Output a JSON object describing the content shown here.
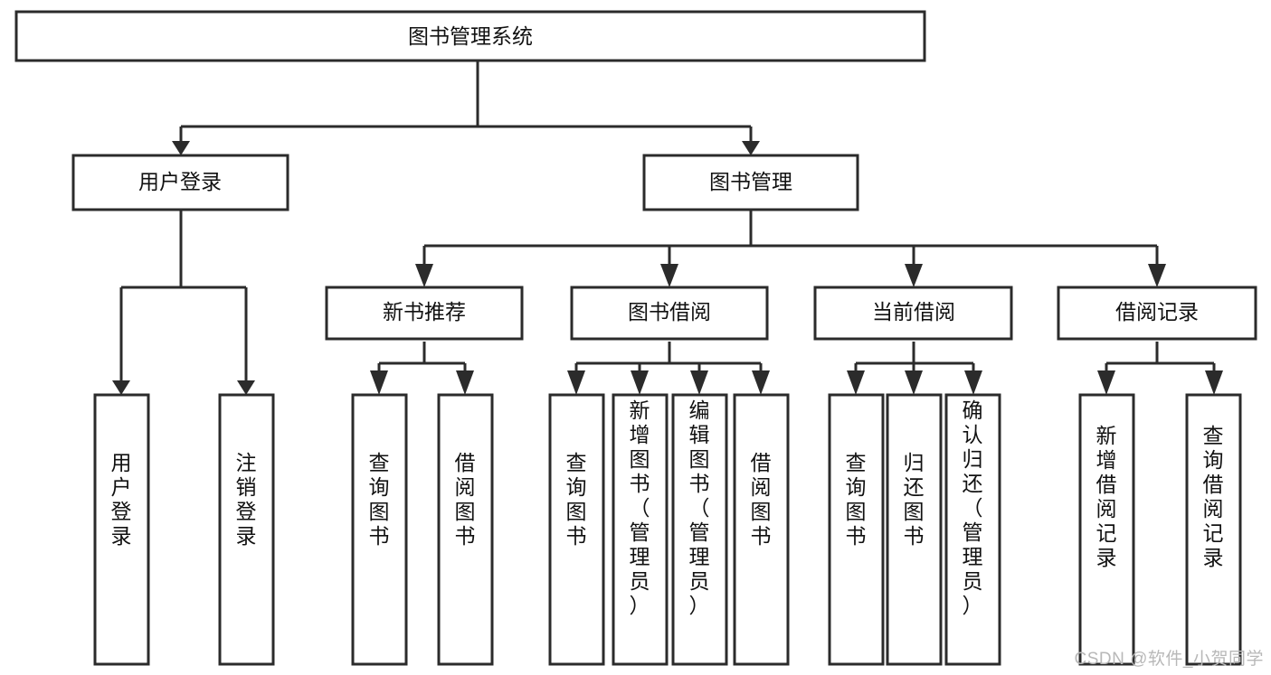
{
  "diagram": {
    "type": "tree-hierarchy-chart",
    "title": "图书管理系统",
    "colors": {
      "stroke": "#2b2b2b",
      "fill": "#ffffff",
      "text": "#111111",
      "watermark": "#b8b8b8"
    },
    "root": {
      "id": "root",
      "label": "图书管理系统",
      "orientation": "horizontal"
    },
    "level2": [
      {
        "id": "user-login",
        "label": "用户登录",
        "orientation": "horizontal"
      },
      {
        "id": "book-management",
        "label": "图书管理",
        "orientation": "horizontal"
      }
    ],
    "level3": [
      {
        "id": "new-book-recommend",
        "label": "新书推荐",
        "orientation": "horizontal",
        "parent": "book-management"
      },
      {
        "id": "book-borrow",
        "label": "图书借阅",
        "orientation": "horizontal",
        "parent": "book-management"
      },
      {
        "id": "current-borrow",
        "label": "当前借阅",
        "orientation": "horizontal",
        "parent": "book-management"
      },
      {
        "id": "borrow-record",
        "label": "借阅记录",
        "orientation": "horizontal",
        "parent": "book-management"
      }
    ],
    "leaves": [
      {
        "id": "leaf-user-login",
        "label": "用户登录",
        "orientation": "vertical",
        "parent": "user-login"
      },
      {
        "id": "leaf-logout-login",
        "label": "注销登录",
        "orientation": "vertical",
        "parent": "user-login"
      },
      {
        "id": "leaf-query-book-1",
        "label": "查询图书",
        "orientation": "vertical",
        "parent": "new-book-recommend"
      },
      {
        "id": "leaf-borrow-book-1",
        "label": "借阅图书",
        "orientation": "vertical",
        "parent": "new-book-recommend"
      },
      {
        "id": "leaf-query-book-2",
        "label": "查询图书",
        "orientation": "vertical",
        "parent": "book-borrow"
      },
      {
        "id": "leaf-add-book",
        "label": "新增图书（管理员）",
        "orientation": "vertical",
        "parent": "book-borrow"
      },
      {
        "id": "leaf-edit-book",
        "label": "编辑图书（管理员）",
        "orientation": "vertical",
        "parent": "book-borrow"
      },
      {
        "id": "leaf-borrow-book-2",
        "label": "借阅图书",
        "orientation": "vertical",
        "parent": "book-borrow"
      },
      {
        "id": "leaf-query-book-3",
        "label": "查询图书",
        "orientation": "vertical",
        "parent": "current-borrow"
      },
      {
        "id": "leaf-return-book",
        "label": "归还图书",
        "orientation": "vertical",
        "parent": "current-borrow"
      },
      {
        "id": "leaf-confirm-return",
        "label": "确认归还（管理员）",
        "orientation": "vertical",
        "parent": "current-borrow"
      },
      {
        "id": "leaf-add-record",
        "label": "新增借阅记录",
        "orientation": "vertical",
        "parent": "borrow-record"
      },
      {
        "id": "leaf-query-record",
        "label": "查询借阅记录",
        "orientation": "vertical",
        "parent": "borrow-record"
      }
    ]
  },
  "watermark": {
    "text": "CSDN @软件_小贺同学"
  }
}
